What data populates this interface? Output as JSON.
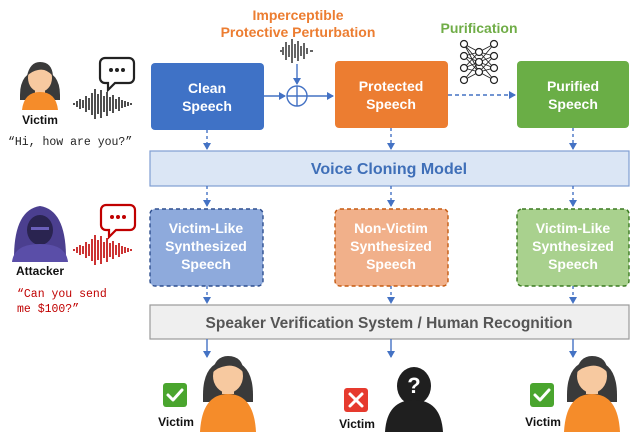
{
  "labels": {
    "perturbation_line1": "Imperceptible",
    "perturbation_line2": "Protective Perturbation",
    "purification": "Purification",
    "victim": "Victim",
    "attacker": "Attacker",
    "victim_quote": "“Hi, how are you?”",
    "attacker_quote_line1": "“Can you send",
    "attacker_quote_line2": "me $100?”",
    "victim_bottom_left": "Victim",
    "victim_bottom_mid": "Victim",
    "victim_bottom_right": "Victim"
  },
  "boxes": {
    "clean": [
      "Clean",
      "Speech"
    ],
    "protected": [
      "Protected",
      "Speech"
    ],
    "purified": [
      "Purified",
      "Speech"
    ],
    "vcm": "Voice Cloning Model",
    "syn_left": [
      "Victim-Like",
      "Synthesized",
      "Speech"
    ],
    "syn_mid": [
      "Non-Victim",
      "Synthesized",
      "Speech"
    ],
    "syn_right": [
      "Victim-Like",
      "Synthesized",
      "Speech"
    ],
    "svs": "Speaker Verification System / Human Recognition"
  },
  "colors": {
    "blue": "#3f72c6",
    "orange": "#ec7d31",
    "green": "#6aae46",
    "perturbation_text": "#ec7d31",
    "purification_text": "#70ad47",
    "vcm_fill": "#dbe6f5",
    "vcm_text": "#3f6fb8",
    "svs_fill": "#efefef",
    "svs_text": "#555555",
    "arrow": "#4472c4",
    "attacker_red": "#c00000",
    "check_green": "#4aa52e",
    "cross_red": "#e63a2e"
  },
  "icons": [
    "waveform-icon",
    "xor-icon",
    "neural-net-icon",
    "speech-bubble-icon",
    "person-icon",
    "hooded-attacker-icon",
    "check-icon",
    "cross-icon",
    "unknown-person-icon"
  ]
}
